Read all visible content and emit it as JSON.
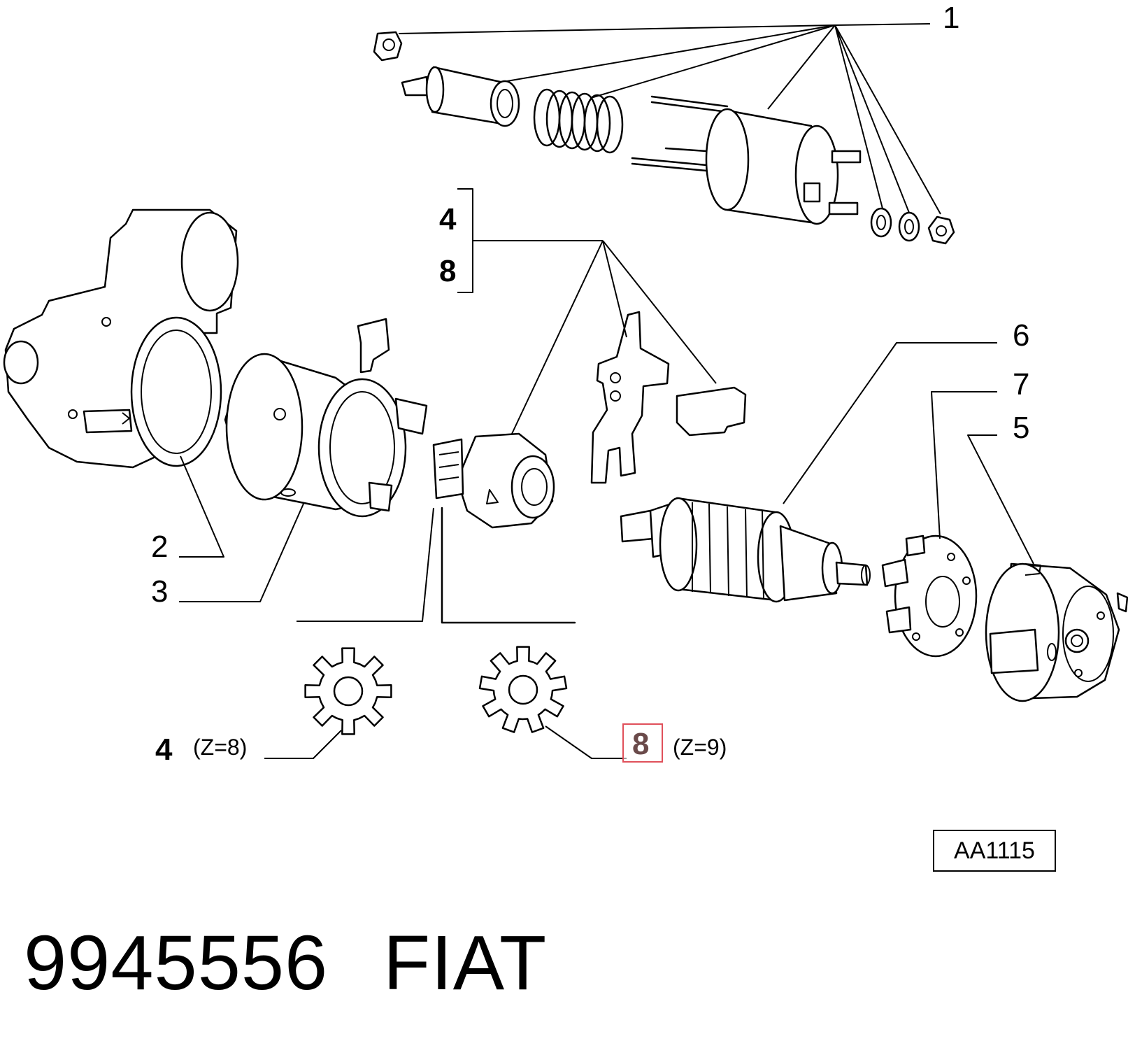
{
  "diagram": {
    "callouts": {
      "c1": "1",
      "c4_top": "4",
      "c8_top": "8",
      "c6": "6",
      "c7": "7",
      "c5": "5",
      "c2": "2",
      "c3": "3",
      "c4_bottom": "4",
      "c8_bottom": "8"
    },
    "gear_labels": {
      "z8": "(Z=8)",
      "z9": "(Z=9)"
    },
    "reference_code": "AA1115",
    "part_number": "9945556",
    "brand": "FIAT"
  },
  "colors": {
    "line": "#000000",
    "highlight_border": "#e0505a",
    "highlight_text": "#6a4a4a"
  }
}
